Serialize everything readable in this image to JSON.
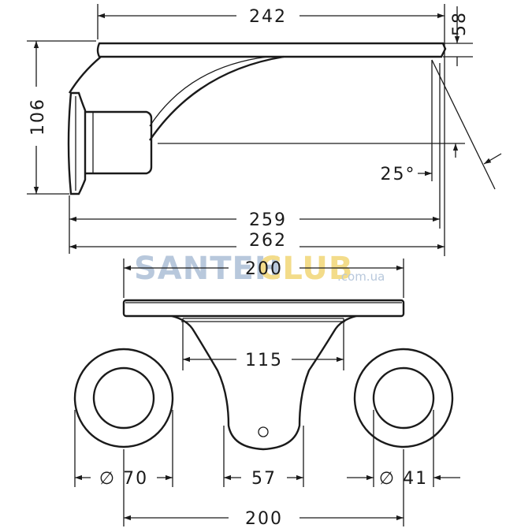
{
  "dimensions": {
    "top_width": "242",
    "plate_thickness": "58",
    "height": "106",
    "angle": "25°",
    "spout_reach": "259",
    "total_depth": "262",
    "plate_width": "200",
    "body_width": "115",
    "handle_diameter": "∅ 70",
    "body_bottom_width": "57",
    "spout_diameter": "∅ 41",
    "center_distance": "200"
  },
  "watermark": {
    "brand_left": "SANTEH",
    "brand_right": "CLUB",
    "domain": ".com.ua"
  },
  "colors": {
    "line": "#1a1a1a",
    "watermark_blue": "#b8c8dc",
    "watermark_yellow": "#f3dc8a"
  }
}
